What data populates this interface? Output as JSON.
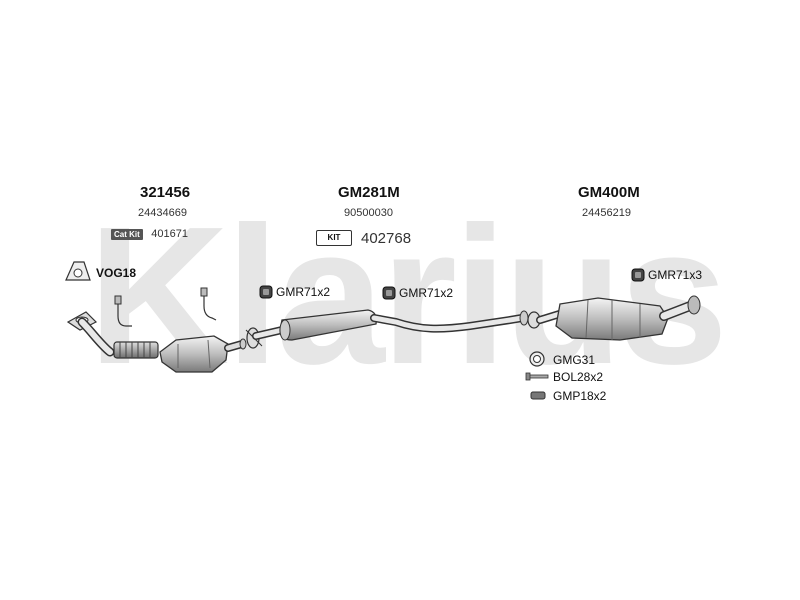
{
  "watermark": {
    "text": "Klarius"
  },
  "groups": [
    {
      "part_number": "321456",
      "reference": "24434669",
      "cat_kit": {
        "badge": "Cat Kit",
        "value": "401671"
      },
      "gasket": {
        "label": "VOG18"
      }
    },
    {
      "part_number": "GM281M",
      "reference": "90500030",
      "kit": {
        "badge": "KIT",
        "value": "402768"
      }
    },
    {
      "part_number": "GM400M",
      "reference": "24456219"
    }
  ],
  "mounts": [
    {
      "label": "GMR71x2"
    },
    {
      "label": "GMR71x2"
    },
    {
      "label": "GMR71x3"
    }
  ],
  "accessories": [
    {
      "label": "GMG31",
      "icon": "gasket-ring-icon"
    },
    {
      "label": "BOL28x2",
      "icon": "bolt-icon"
    },
    {
      "label": "GMP18x2",
      "icon": "clamp-pad-icon"
    }
  ]
}
